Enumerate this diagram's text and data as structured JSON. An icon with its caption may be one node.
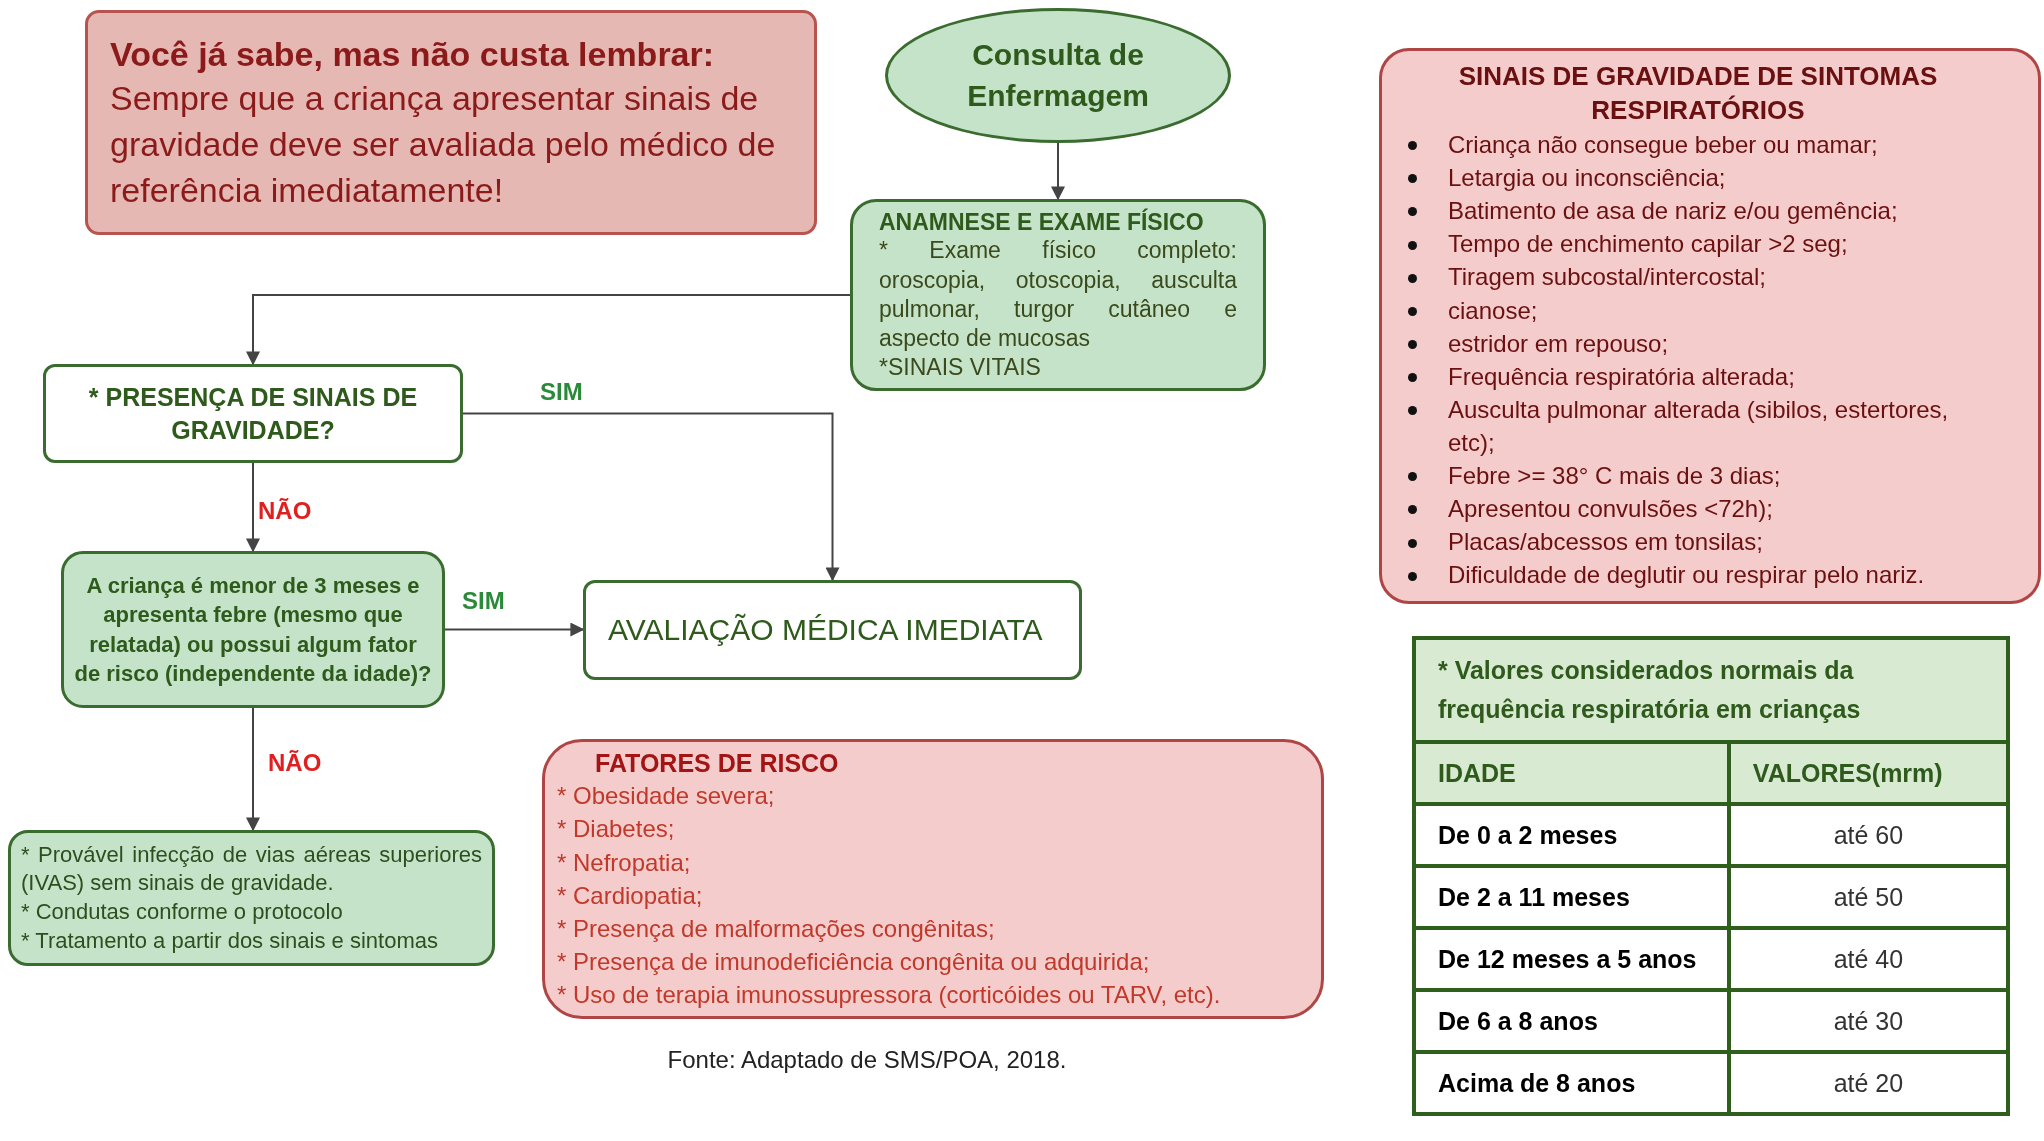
{
  "diagram": {
    "caption": "Fonte: Adaptado de SMS/POA, 2018.",
    "nodes": [
      {
        "text": [
          "Você já sabe, mas não custa lembrar:",
          "Sempre que a criança apresentar sinais de gravidade deve ser avaliada pelo médico de referência imediatamente!"
        ]
      },
      {
        "text": [
          "Consulta de Enfermagem"
        ]
      },
      {
        "text": [
          "ANAMNESE E EXAME FÍSICO",
          "* Exame físico completo: oroscopia, otoscopia, ausculta pulmonar, turgor cutâneo e aspecto de mucosas",
          "*SINAIS VITAIS"
        ]
      },
      {
        "text": [
          "* PRESENÇA DE SINAIS DE GRAVIDADE?"
        ]
      },
      {
        "text": [
          "A criança é menor de 3 meses e apresenta febre (mesmo que relatada) ou possui algum fator de risco (independente da idade)?"
        ]
      },
      {
        "text": [
          "AVALIAÇÃO MÉDICA IMEDIATA"
        ]
      },
      {
        "text": [
          "* Provável infecção de vias aéreas superiores (IVAS) sem sinais de gravidade.",
          "* Condutas conforme o protocolo",
          "* Tratamento a partir dos sinais e sintomas"
        ]
      },
      {
        "text": [
          "FATORES DE RISCO",
          "* Obesidade severa;",
          "* Diabetes;",
          "* Nefropatia;",
          "* Cardiopatia;",
          "* Presença de malformações congênitas;",
          "* Presença de imunodeficiência congênita ou adquirida;",
          "* Uso de terapia imunossupressora (corticóides ou TARV, etc)."
        ]
      },
      {
        "text": [
          "SINAIS DE GRAVIDADE DE SINTOMAS RESPIRATÓRIOS",
          "Criança não consegue beber ou mamar;",
          "Letargia ou inconsciência;",
          "Batimento de asa de nariz e/ou gemência;",
          "Tempo de enchimento capilar >2 seg;",
          "Tiragem subcostal/intercostal;",
          "cianose;",
          "estridor em repouso;",
          "Frequência respiratória alterada;",
          "Ausculta pulmonar alterada (sibilos, estertores, etc);",
          "Febre >= 38° C mais de 3 dias;",
          "Apresentou convulsões <72h);",
          "Placas/abcessos em tonsilas;",
          "Dificuldade de deglutir ou respirar pelo nariz."
        ]
      }
    ],
    "edges": [
      {
        "from": 1,
        "to": 2,
        "arrow": "to"
      },
      {
        "from": 2,
        "to": 3,
        "arrow": "to"
      },
      {
        "from": 3,
        "to": 5,
        "arrow": "to",
        "label": "SIM"
      },
      {
        "from": 3,
        "to": 4,
        "arrow": "to",
        "label": "NÃO"
      },
      {
        "from": 4,
        "to": 5,
        "arrow": "to",
        "label": "SIM"
      },
      {
        "from": 4,
        "to": 6,
        "arrow": "to",
        "label": "NÃO"
      }
    ],
    "labels": [
      "* Valores considerados normais da frequência respiratória em crianças",
      "IDADE",
      "VALORES(mrm)",
      "De 0 a 2 meses",
      "até 60",
      "De 2 a 11 meses",
      "até 50",
      "De 12 meses a 5 anos",
      "até 40",
      "De 6 a 8 anos",
      "até 30",
      "Acima de 8 anos",
      "até 20"
    ]
  }
}
